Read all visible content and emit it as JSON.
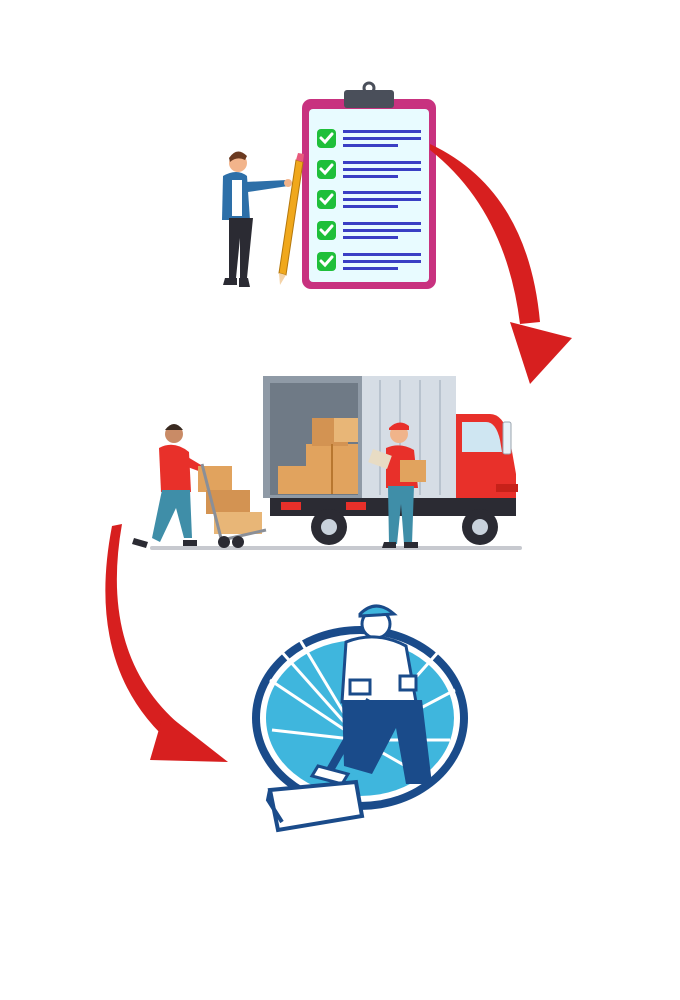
{
  "steps": [
    {
      "id": "plan",
      "icon": "clipboard-checklist-icon",
      "checklist_items": 5
    },
    {
      "id": "load",
      "icon": "moving-truck-icon"
    },
    {
      "id": "clean",
      "icon": "carpet-cleaner-worker-icon"
    }
  ],
  "arrows": [
    {
      "from": "plan",
      "to": "load",
      "icon": "red-curved-arrow-icon"
    },
    {
      "from": "load",
      "to": "clean",
      "icon": "red-curved-arrow-icon"
    }
  ],
  "colors": {
    "background": "#ffffff",
    "arrow_red": "#d71f1f",
    "clipboard_frame": "#c8327f",
    "clipboard_paper": "#e8fbff",
    "check_green": "#1fbf3a",
    "list_lines": "#3a3fc4",
    "truck_red": "#e8302a",
    "truck_box": "#c9d2dc",
    "badge_blue": "#1a4b8a",
    "badge_light": "#3fb6dd"
  }
}
